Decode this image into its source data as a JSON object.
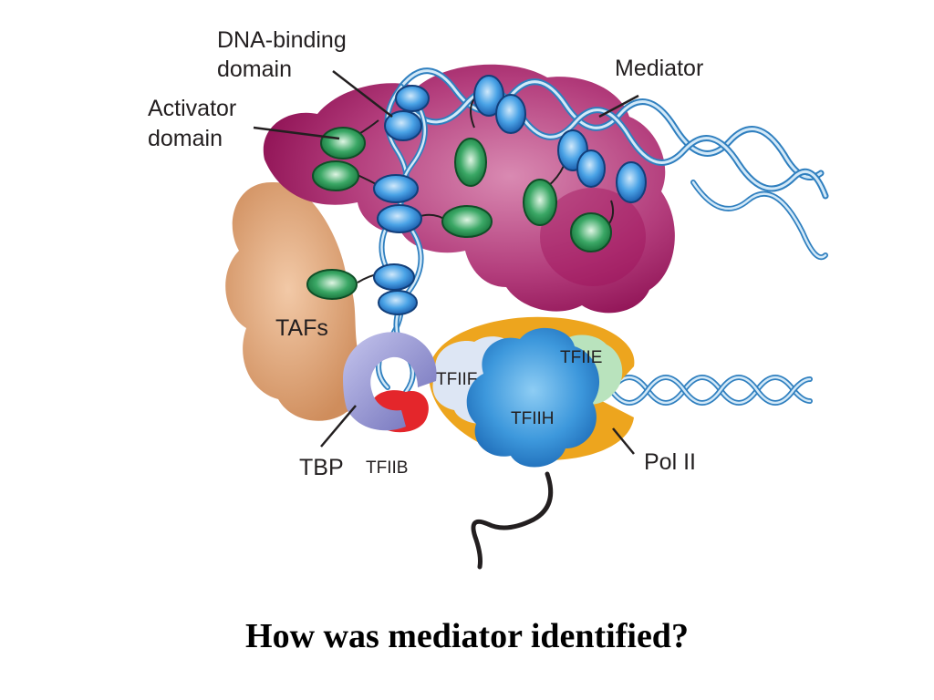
{
  "labels": {
    "dna_binding_domain": [
      "DNA-binding",
      "domain"
    ],
    "activator_domain": [
      "Activator",
      "domain"
    ],
    "mediator": "Mediator",
    "tafs": "TAFs",
    "tbp": "TBP",
    "tfiib": "TFIIB",
    "tfiif": "TFIIF",
    "tfiie": "TFIIE",
    "tfiih": "TFIIH",
    "pol_ii": "Pol II"
  },
  "caption": "How was mediator identified?",
  "colors": {
    "mediator": "#a3125e",
    "mediator_light": "#c2548f",
    "tafs": "#d99a6c",
    "tbp": "#8f8fce",
    "tfiib": "#e4262b",
    "pol_ii": "#eda51e",
    "tfiih": "#3d98dc",
    "tfiif": "#dde6f4",
    "tfiie": "#b9e3bd",
    "dna_binding_domain": "#2a78c8",
    "activator_domain": "#1f8a4a",
    "dna": "#5aa0cf"
  }
}
